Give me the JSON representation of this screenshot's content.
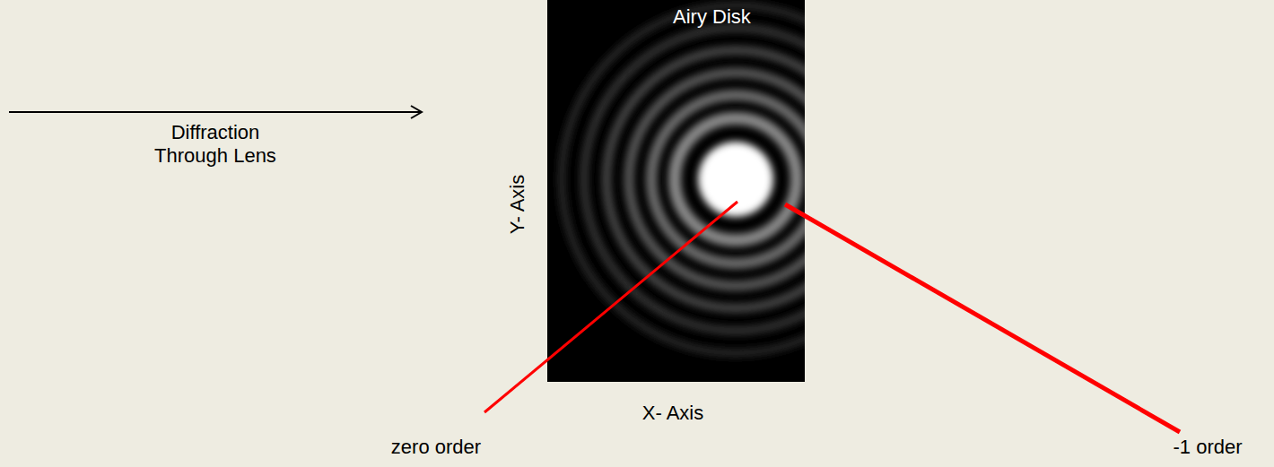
{
  "diagram": {
    "nodes": [
      {
        "text": [
          "Airy Disk"
        ]
      }
    ],
    "labels": [
      "Diffraction Through Lens",
      "Y- Axis",
      "X- Axis",
      "zero order",
      "-1 order"
    ]
  }
}
